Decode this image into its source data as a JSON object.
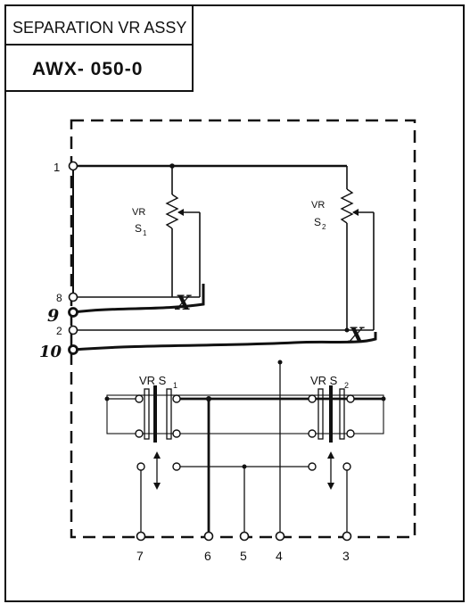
{
  "header": {
    "assembly_name": "SEPARATION VR ASSY",
    "part_number": "AWX- 050-0"
  },
  "terminals": {
    "t1": "1",
    "t8": "8",
    "t9": "9",
    "t2": "2",
    "t10": "10",
    "t7": "7",
    "t6": "6",
    "t5": "5",
    "t4": "4",
    "t3": "3"
  },
  "components": {
    "vr_s1_top": "VR",
    "vr_s1_sub": "S",
    "vr_s1_idx": "1",
    "vr_s2_top": "VR",
    "vr_s2_sub": "S",
    "vr_s2_idx": "2",
    "switch_s1": "VR S",
    "switch_s1_idx": "1",
    "switch_s2": "VR S",
    "switch_s2_idx": "2"
  },
  "marks": {
    "cut_mark": "X"
  },
  "colors": {
    "ink": "#111111",
    "paper": "#ffffff"
  }
}
